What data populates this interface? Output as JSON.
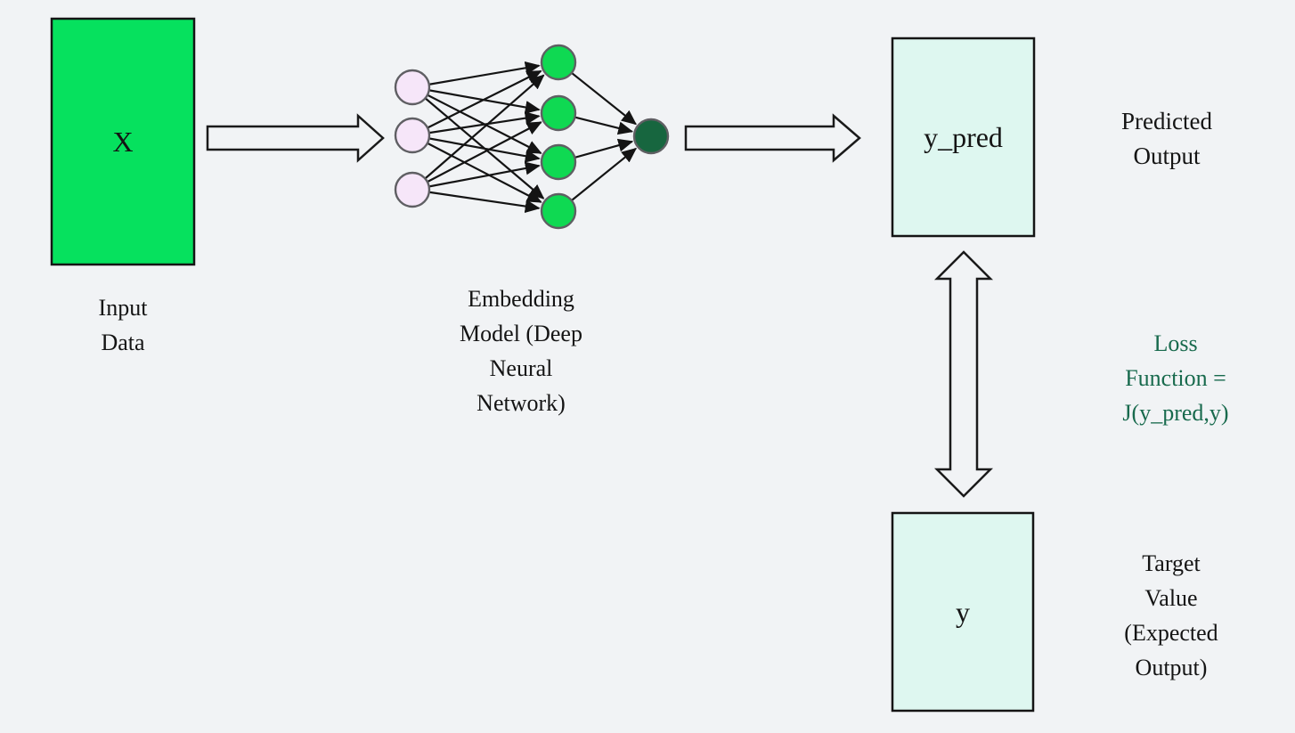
{
  "colors": {
    "background": "#f1f3f5",
    "input_box_fill": "#06e15e",
    "output_box_fill": "#def7f0",
    "node_input_fill": "#f6e6f9",
    "node_hidden_fill": "#0fd952",
    "node_output_fill": "#17663f",
    "node_stroke": "#5f5f63",
    "arrow_fill": "#f1f3f5",
    "arrow_stroke": "#1a1a1a",
    "loss_text": "#186a4d",
    "text": "#141414"
  },
  "network": {
    "layers": [
      3,
      4,
      1
    ],
    "caption": "Embedding\nModel (Deep\nNeural\nNetwork)"
  },
  "input_box": {
    "label": "X",
    "caption": "Input\nData"
  },
  "pred_box": {
    "label": "y_pred",
    "caption": "Predicted\nOutput"
  },
  "target_box": {
    "label": "y",
    "caption": "Target\nValue\n(Expected\nOutput)"
  },
  "loss": {
    "caption": "Loss\nFunction =\nJ(y_pred,y)"
  }
}
